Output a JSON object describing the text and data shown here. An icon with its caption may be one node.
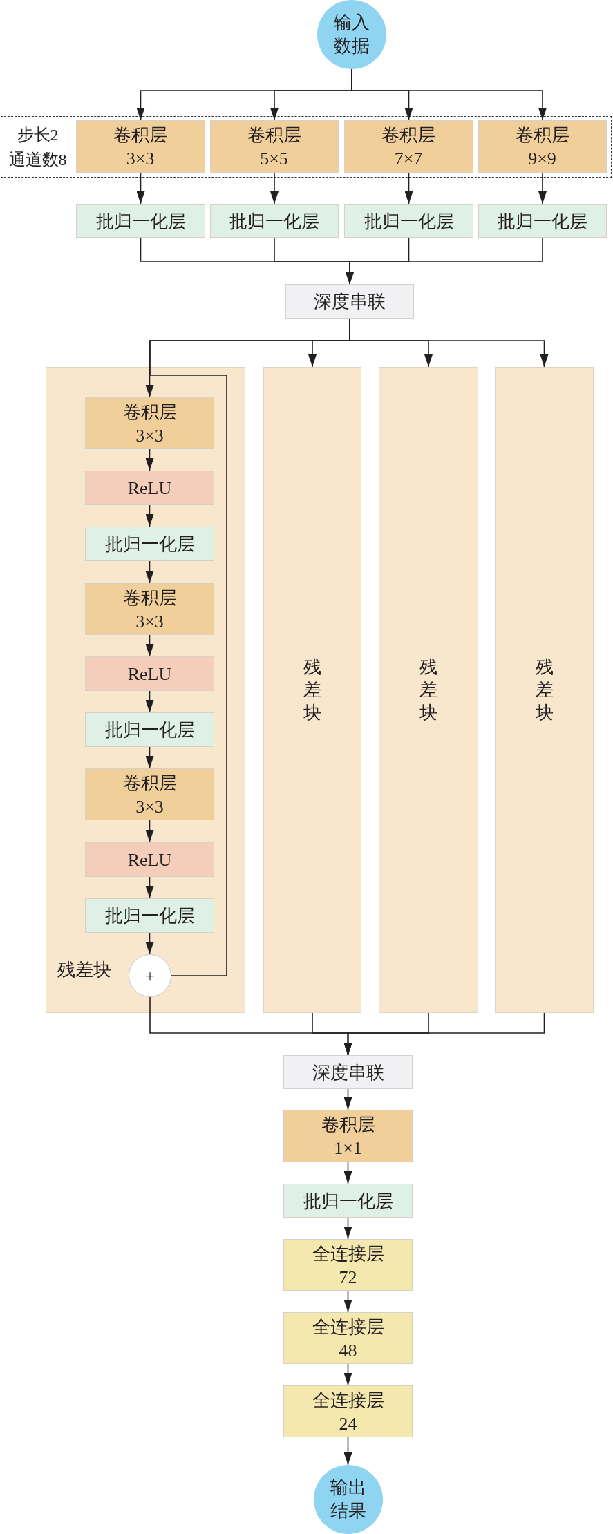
{
  "diagram": {
    "nodes": [
      {
        "text": [
          "输入数据"
        ]
      },
      {
        "text": [
          "步长2",
          "通道数8"
        ]
      },
      {
        "text": [
          "卷积层",
          "3×3"
        ],
        "in": 1
      },
      {
        "text": [
          "卷积层",
          "5×5"
        ],
        "in": 1
      },
      {
        "text": [
          "卷积层",
          "7×7"
        ],
        "in": 1
      },
      {
        "text": [
          "卷积层",
          "9×9"
        ],
        "in": 1
      },
      {
        "text": [
          "批归一化层"
        ]
      },
      {
        "text": [
          "批归一化层"
        ]
      },
      {
        "text": [
          "批归一化层"
        ]
      },
      {
        "text": [
          "批归一化层"
        ]
      },
      {
        "text": [
          "深度串联"
        ]
      },
      {
        "text": [
          "残差块"
        ]
      },
      {
        "text": [
          "卷积层",
          "3×3"
        ],
        "in": 11
      },
      {
        "text": [
          "ReLU"
        ],
        "in": 11
      },
      {
        "text": [
          "批归一化层"
        ],
        "in": 11
      },
      {
        "text": [
          "卷积层",
          "3×3"
        ],
        "in": 11
      },
      {
        "text": [
          "ReLU"
        ],
        "in": 11
      },
      {
        "text": [
          "批归一化层"
        ],
        "in": 11
      },
      {
        "text": [
          "卷积层",
          "3×3"
        ],
        "in": 11
      },
      {
        "text": [
          "ReLU"
        ],
        "in": 11
      },
      {
        "text": [
          "批归一化层"
        ],
        "in": 11
      },
      {
        "text": [
          "+"
        ],
        "in": 11
      },
      {
        "text": [
          "残差块"
        ]
      },
      {
        "text": [
          "残差块"
        ]
      },
      {
        "text": [
          "残差块"
        ]
      },
      {
        "text": [
          "深度串联"
        ]
      },
      {
        "text": [
          "卷积层",
          "1×1"
        ]
      },
      {
        "text": [
          "批归一化层"
        ]
      },
      {
        "text": [
          "全连接层",
          "72"
        ]
      },
      {
        "text": [
          "全连接层",
          "48"
        ]
      },
      {
        "text": [
          "全连接层",
          "24"
        ]
      },
      {
        "text": [
          "输出结果"
        ]
      }
    ],
    "edges": [
      {
        "from": 0,
        "to": 2,
        "arrow": "to"
      },
      {
        "from": 0,
        "to": 3,
        "arrow": "to"
      },
      {
        "from": 0,
        "to": 4,
        "arrow": "to"
      },
      {
        "from": 0,
        "to": 5,
        "arrow": "to"
      },
      {
        "from": 2,
        "to": 6,
        "arrow": "to"
      },
      {
        "from": 3,
        "to": 7,
        "arrow": "to"
      },
      {
        "from": 4,
        "to": 8,
        "arrow": "to"
      },
      {
        "from": 5,
        "to": 9,
        "arrow": "to"
      },
      {
        "from": 6,
        "to": 10,
        "arrow": "to"
      },
      {
        "from": 7,
        "to": 10,
        "arrow": "to"
      },
      {
        "from": 8,
        "to": 10,
        "arrow": "to"
      },
      {
        "from": 9,
        "to": 10,
        "arrow": "to"
      },
      {
        "from": 10,
        "to": 12,
        "arrow": "to"
      },
      {
        "from": 10,
        "to": 21,
        "arrow": "none"
      },
      {
        "from": 10,
        "to": 22,
        "arrow": "to"
      },
      {
        "from": 10,
        "to": 23,
        "arrow": "to"
      },
      {
        "from": 10,
        "to": 24,
        "arrow": "to"
      },
      {
        "from": 12,
        "to": 13,
        "arrow": "to"
      },
      {
        "from": 13,
        "to": 14,
        "arrow": "to"
      },
      {
        "from": 14,
        "to": 15,
        "arrow": "to"
      },
      {
        "from": 15,
        "to": 16,
        "arrow": "to"
      },
      {
        "from": 16,
        "to": 17,
        "arrow": "to"
      },
      {
        "from": 17,
        "to": 18,
        "arrow": "to"
      },
      {
        "from": 18,
        "to": 19,
        "arrow": "to"
      },
      {
        "from": 19,
        "to": 20,
        "arrow": "to"
      },
      {
        "from": 20,
        "to": 21,
        "arrow": "to"
      },
      {
        "from": 21,
        "to": 25,
        "arrow": "to"
      },
      {
        "from": 22,
        "to": 25,
        "arrow": "to"
      },
      {
        "from": 23,
        "to": 25,
        "arrow": "to"
      },
      {
        "from": 24,
        "to": 25,
        "arrow": "to"
      },
      {
        "from": 25,
        "to": 26,
        "arrow": "to"
      },
      {
        "from": 26,
        "to": 27,
        "arrow": "to"
      },
      {
        "from": 27,
        "to": 28,
        "arrow": "to"
      },
      {
        "from": 28,
        "to": 29,
        "arrow": "to"
      },
      {
        "from": 29,
        "to": 30,
        "arrow": "to"
      },
      {
        "from": 30,
        "to": 31,
        "arrow": "to"
      }
    ]
  }
}
